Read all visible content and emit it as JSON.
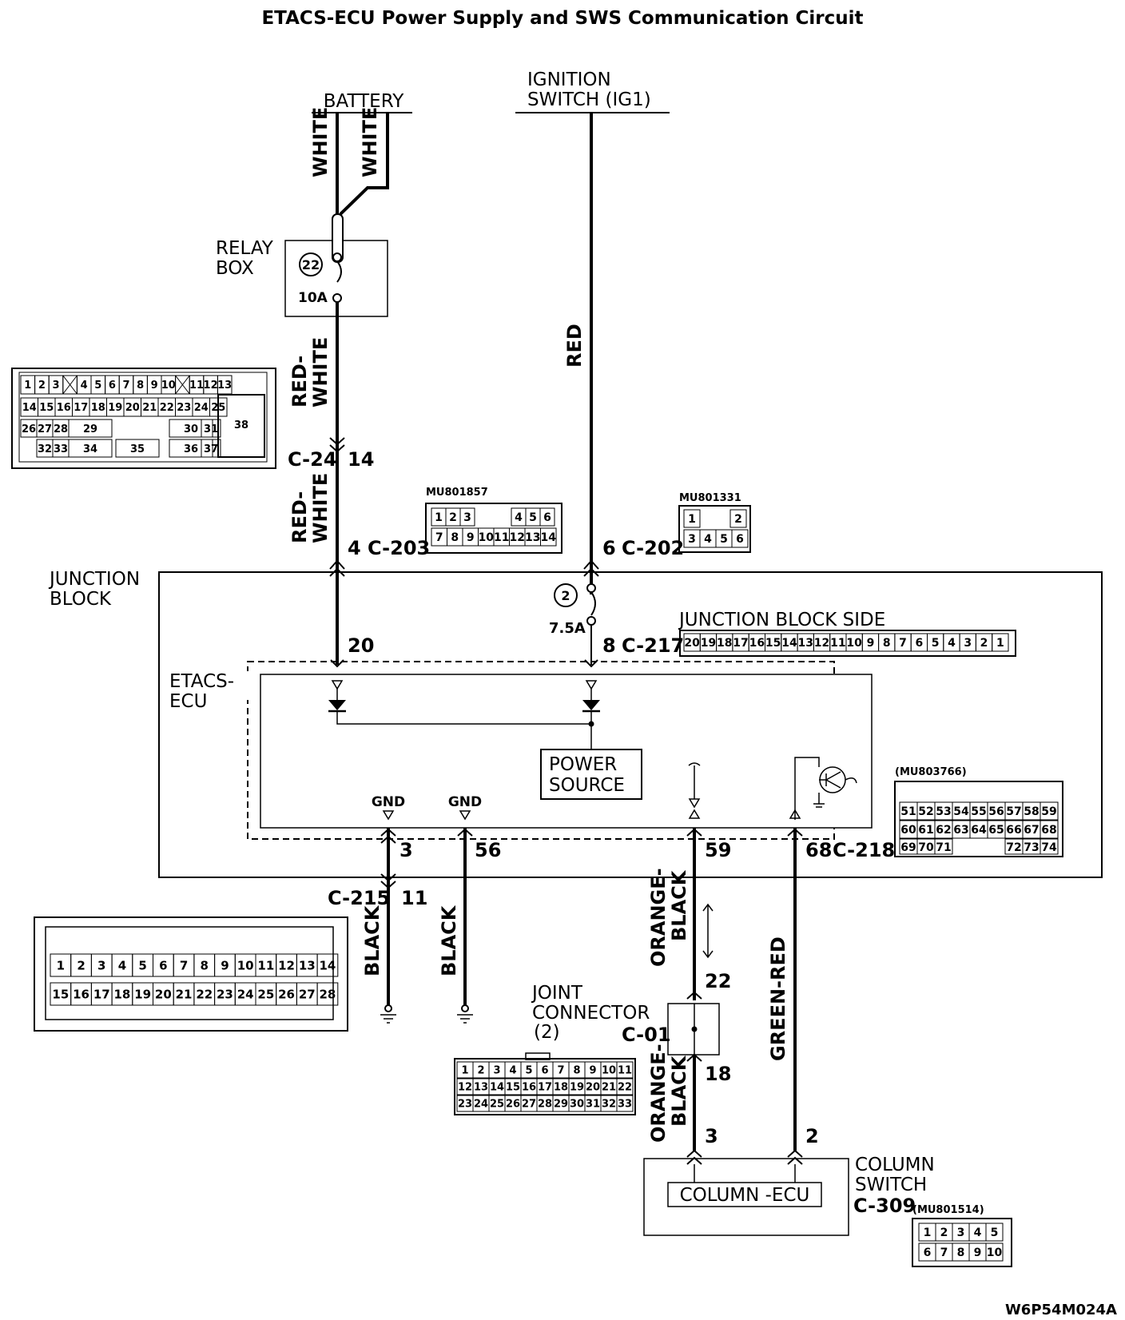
{
  "title": "ETACS-ECU Power Supply and SWS Communication Circuit",
  "figure_code": "W6P54M024A",
  "sources": {
    "battery": "BATTERY",
    "ignition_line1": "IGNITION",
    "ignition_line2": "SWITCH (IG1)"
  },
  "wire_colors": {
    "white": "WHITE",
    "red": "RED",
    "red_white_1": "RED-",
    "red_white_2": "WHITE",
    "black": "BLACK",
    "orange_black_1": "ORANGE-",
    "orange_black_2": "BLACK",
    "green_red": "GREEN-RED"
  },
  "relay_box": {
    "line1": "RELAY",
    "line2": "BOX",
    "fuse_no": "22",
    "fuse_rating": "10A"
  },
  "junction_block": {
    "line1": "JUNCTION",
    "line2": "BLOCK",
    "fuse_no": "2",
    "fuse_rating": "7.5A",
    "side_label": "JUNCTION BLOCK SIDE"
  },
  "etacs": {
    "line1": "ETACS-",
    "line2": "ECU",
    "power_line1": "POWER",
    "power_line2": "SOURCE",
    "gnd": "GND"
  },
  "joint_connector": {
    "line1": "JOINT",
    "line2": "CONNECTOR",
    "line3": "(2)",
    "code": "C-01"
  },
  "column_switch": {
    "line1": "COLUMN",
    "line2": "SWITCH",
    "code": "C-309",
    "ecu": "COLUMN -ECU"
  },
  "connectors": {
    "c24": "C-24",
    "c203": "C-203",
    "c202": "C-202",
    "c217": "C-217",
    "c218": "C-218",
    "c215": "C-215"
  },
  "part_numbers": {
    "c203": "MU801857",
    "c202": "MU801331",
    "c218": "(MU803766)",
    "c309": "(MU801514)"
  },
  "pins": {
    "c24": "14",
    "c203": "4",
    "c202": "6",
    "jb_left": "20",
    "c217": "8",
    "gnd1": "3",
    "gnd2": "56",
    "sws": "59",
    "c218": "68",
    "c215": "11",
    "joint_in": "22",
    "joint_out": "18",
    "col3": "3",
    "col2": "2"
  },
  "connector_faces": {
    "c24_row1": [
      "1",
      "2",
      "3",
      "",
      "4",
      "5",
      "6",
      "7",
      "8",
      "9",
      "10",
      "",
      "11",
      "12",
      "13"
    ],
    "c24_row2": [
      "14",
      "15",
      "16",
      "17",
      "18",
      "19",
      "20",
      "21",
      "22",
      "23",
      "24",
      "25"
    ],
    "c24_row3": [
      "26",
      "27",
      "28",
      "29",
      "30",
      "31",
      "38"
    ],
    "c24_row4": [
      "32",
      "33",
      "34",
      "35",
      "36",
      "37"
    ],
    "c203_row1": [
      "1",
      "2",
      "3",
      "4",
      "5",
      "6"
    ],
    "c203_row2": [
      "7",
      "8",
      "9",
      "10",
      "11",
      "12",
      "13",
      "14"
    ],
    "c202_row1": [
      "1",
      "2"
    ],
    "c202_row2": [
      "3",
      "4",
      "5",
      "6"
    ],
    "c217": [
      "20",
      "19",
      "18",
      "17",
      "16",
      "15",
      "14",
      "13",
      "12",
      "11",
      "10",
      "9",
      "8",
      "7",
      "6",
      "5",
      "4",
      "3",
      "2",
      "1"
    ],
    "c218_row1": [
      "51",
      "52",
      "53",
      "54",
      "55",
      "56",
      "57",
      "58",
      "59"
    ],
    "c218_row2": [
      "60",
      "61",
      "62",
      "63",
      "64",
      "65",
      "66",
      "67",
      "68"
    ],
    "c218_row3": [
      "69",
      "70",
      "71",
      "72",
      "73",
      "74"
    ],
    "c215_row1": [
      "1",
      "2",
      "3",
      "4",
      "5",
      "6",
      "7",
      "8",
      "9",
      "10",
      "11",
      "12",
      "13",
      "14"
    ],
    "c215_row2": [
      "15",
      "16",
      "17",
      "18",
      "19",
      "20",
      "21",
      "22",
      "23",
      "24",
      "25",
      "26",
      "27",
      "28"
    ],
    "c01_row1": [
      "1",
      "2",
      "3",
      "4",
      "5",
      "6",
      "7",
      "8",
      "9",
      "10",
      "11"
    ],
    "c01_row2": [
      "12",
      "13",
      "14",
      "15",
      "16",
      "17",
      "18",
      "19",
      "20",
      "21",
      "22"
    ],
    "c01_row3": [
      "23",
      "24",
      "25",
      "26",
      "27",
      "28",
      "29",
      "30",
      "31",
      "32",
      "33"
    ],
    "c309_row1": [
      "1",
      "2",
      "3",
      "4",
      "5"
    ],
    "c309_row2": [
      "6",
      "7",
      "8",
      "9",
      "10"
    ]
  }
}
